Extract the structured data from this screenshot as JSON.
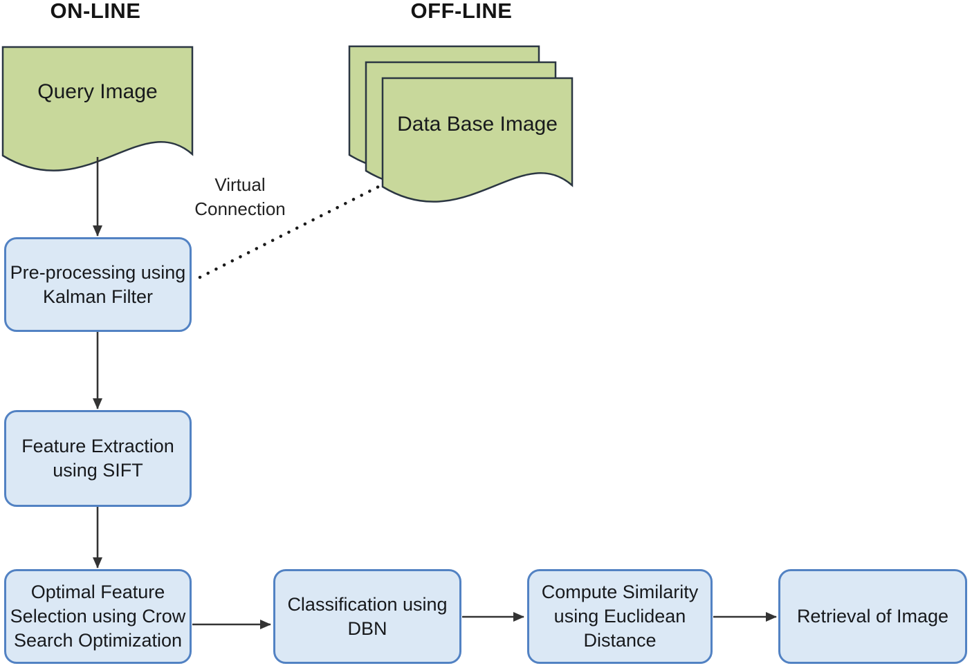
{
  "headers": {
    "online": "ON-LINE",
    "offline": "OFF-LINE"
  },
  "documents": {
    "query": {
      "label": "Query Image"
    },
    "database": {
      "label": "Data Base Image"
    }
  },
  "connector": {
    "label_lines": [
      "Virtual",
      "Connection"
    ]
  },
  "nodes": {
    "preprocessing": {
      "lines": [
        "Pre-processing using",
        "Kalman Filter"
      ]
    },
    "feature_extraction": {
      "lines": [
        "Feature Extraction",
        "using SIFT"
      ]
    },
    "optimal_selection": {
      "lines": [
        "Optimal Feature",
        "Selection using Crow",
        "Search Optimization"
      ]
    },
    "classification": {
      "lines": [
        "Classification using",
        "DBN"
      ]
    },
    "similarity": {
      "lines": [
        "Compute Similarity",
        "using Euclidean",
        "Distance"
      ]
    },
    "retrieval": {
      "lines": [
        "Retrieval of Image"
      ]
    }
  },
  "colors": {
    "doc_fill": "#c8d89b",
    "doc_border": "#2b3642",
    "node_fill": "#dbe8f5",
    "node_border": "#5282c3",
    "arrow": "#333333",
    "text": "#17191c"
  }
}
